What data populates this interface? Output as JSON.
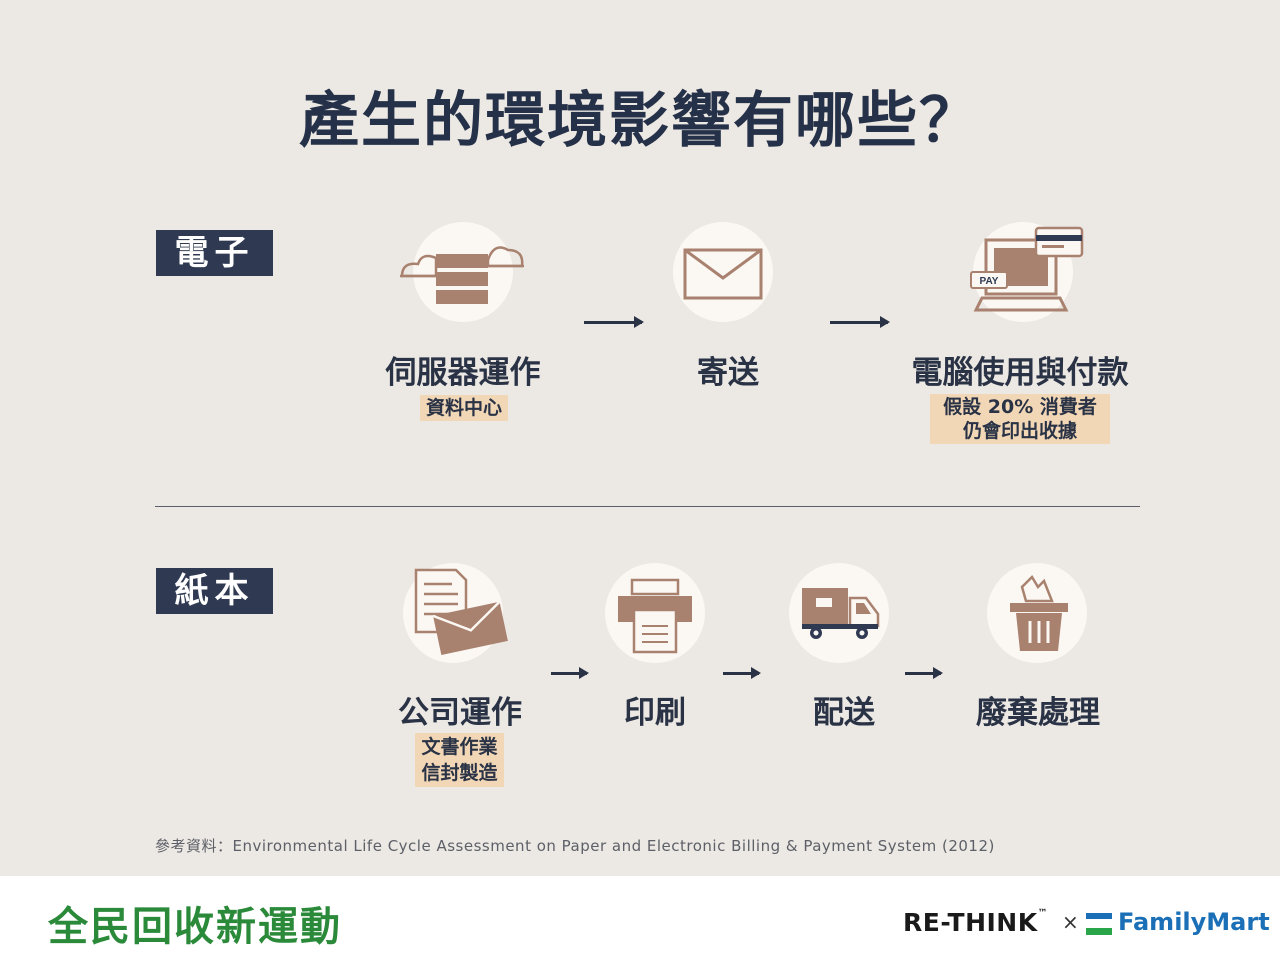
{
  "title": "產生的環境影響有哪些？",
  "sections": {
    "electronic": {
      "tag": "電子",
      "steps": [
        {
          "label": "伺服器運作",
          "sub": [
            "資料中心"
          ],
          "icon": "server-cloud-icon"
        },
        {
          "label": "寄送",
          "sub": [],
          "icon": "envelope-icon"
        },
        {
          "label": "電腦使用與付款",
          "sub": [
            "假設 20% 消費者",
            "仍會印出收據"
          ],
          "icon": "computer-pay-icon",
          "icon_text": "PAY"
        }
      ]
    },
    "paper": {
      "tag": "紙本",
      "steps": [
        {
          "label": "公司運作",
          "sub": [
            "文書作業",
            "信封製造"
          ],
          "icon": "document-envelope-icon"
        },
        {
          "label": "印刷",
          "sub": [],
          "icon": "printer-icon"
        },
        {
          "label": "配送",
          "sub": [],
          "icon": "truck-icon"
        },
        {
          "label": "廢棄處理",
          "sub": [],
          "icon": "trash-bin-icon"
        }
      ]
    }
  },
  "reference": "參考資料：Environmental Life Cycle Assessment on Paper and Electronic Billing & Payment System (2012)",
  "footer": {
    "campaign": "全民回收新運動",
    "rethink": "RE-THINK",
    "rethink_tm": "™",
    "times": "×",
    "familymart": "FamilyMart"
  },
  "colors": {
    "background": "#ece8e3",
    "navy": "#2f3a52",
    "icon_brown": "#a9816f",
    "highlight": "#f2d7b7",
    "campaign_green": "#2a8a3a",
    "familymart_blue": "#1a6fb6",
    "familymart_green": "#2aa54a"
  }
}
